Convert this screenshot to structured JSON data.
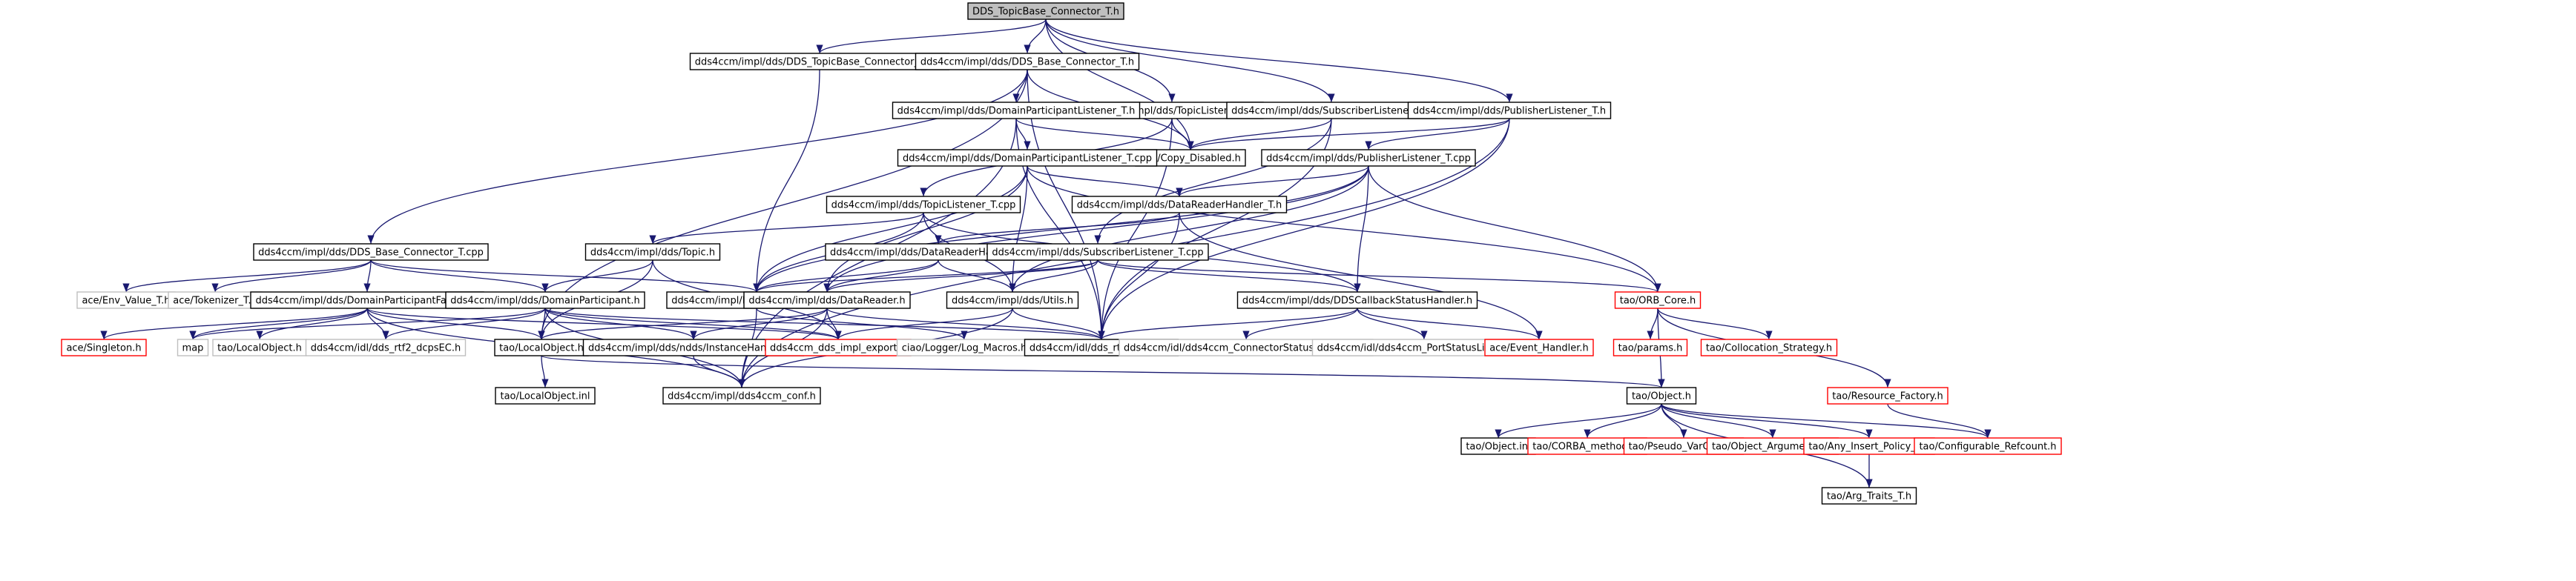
{
  "colors": {
    "edge": "#191970",
    "root_fill": "#bfbfbf",
    "node_border": "#000000",
    "missing_border": "#ff0000",
    "external_border": "#bfbfbf",
    "text": "#000000"
  },
  "nodes": [
    {
      "id": "root",
      "label": "DDS_TopicBase_Connector_T.h",
      "style": "root"
    },
    {
      "id": "tbc_cpp",
      "label": "dds4ccm/impl/dds/DDS_TopicBase_Connector_T.cpp",
      "style": "normal"
    },
    {
      "id": "bc_h",
      "label": "dds4ccm/impl/dds/DDS_Base_Connector_T.h",
      "style": "normal"
    },
    {
      "id": "tl_h",
      "label": "dds4ccm/impl/dds/TopicListener_T.h",
      "style": "normal"
    },
    {
      "id": "sl_h",
      "label": "dds4ccm/impl/dds/SubscriberListener_T.h",
      "style": "normal"
    },
    {
      "id": "pl_h",
      "label": "dds4ccm/impl/dds/PublisherListener_T.h",
      "style": "normal"
    },
    {
      "id": "dpl_h",
      "label": "dds4ccm/impl/dds/DomainParticipantListener_T.h",
      "style": "normal"
    },
    {
      "id": "copy",
      "label": "ace/Copy_Disabled.h",
      "style": "normal"
    },
    {
      "id": "dpl_cpp",
      "label": "dds4ccm/impl/dds/DomainParticipantListener_T.cpp",
      "style": "normal"
    },
    {
      "id": "pl_cpp",
      "label": "dds4ccm/impl/dds/PublisherListener_T.cpp",
      "style": "normal"
    },
    {
      "id": "drh_h",
      "label": "dds4ccm/impl/dds/DataReaderHandler_T.h",
      "style": "normal"
    },
    {
      "id": "tl_cpp",
      "label": "dds4ccm/impl/dds/TopicListener_T.cpp",
      "style": "normal"
    },
    {
      "id": "bc_cpp",
      "label": "dds4ccm/impl/dds/DDS_Base_Connector_T.cpp",
      "style": "normal"
    },
    {
      "id": "topic",
      "label": "dds4ccm/impl/dds/Topic.h",
      "style": "normal"
    },
    {
      "id": "drh_cpp",
      "label": "dds4ccm/impl/dds/DataReaderHandler_T.cpp",
      "style": "normal"
    },
    {
      "id": "sl_cpp",
      "label": "dds4ccm/impl/dds/SubscriberListener_T.cpp",
      "style": "normal"
    },
    {
      "id": "env",
      "label": "ace/Env_Value_T.h",
      "style": "external"
    },
    {
      "id": "tok",
      "label": "ace/Tokenizer_T.h",
      "style": "external"
    },
    {
      "id": "dpf",
      "label": "dds4ccm/impl/dds/DomainParticipantFactory.h",
      "style": "normal"
    },
    {
      "id": "dp",
      "label": "dds4ccm/impl/dds/DomainParticipant.h",
      "style": "normal"
    },
    {
      "id": "logm",
      "label": "dds4ccm/impl/logger/Log_Macros.h",
      "style": "normal"
    },
    {
      "id": "dr",
      "label": "dds4ccm/impl/dds/DataReader.h",
      "style": "normal"
    },
    {
      "id": "utils",
      "label": "dds4ccm/impl/dds/Utils.h",
      "style": "normal"
    },
    {
      "id": "dcsh",
      "label": "dds4ccm/impl/dds/DDSCallbackStatusHandler.h",
      "style": "normal"
    },
    {
      "id": "orb",
      "label": "tao/ORB_Core.h",
      "style": "missing"
    },
    {
      "id": "single",
      "label": "ace/Singleton.h",
      "style": "missing"
    },
    {
      "id": "map",
      "label": "map",
      "style": "external"
    },
    {
      "id": "tlo",
      "label": "tao/LocalObject.h",
      "style": "external"
    },
    {
      "id": "dcpsec",
      "label": "dds4ccm/idl/dds_rtf2_dcpsEC.h",
      "style": "external"
    },
    {
      "id": "lo",
      "label": "tao/LocalObject.h",
      "style": "normal"
    },
    {
      "id": "ndds",
      "label": "dds4ccm/impl/dds/ndds/InstanceHandle_t.h",
      "style": "normal"
    },
    {
      "id": "exp",
      "label": "dds4ccm_dds_impl_export.h",
      "style": "missing"
    },
    {
      "id": "ciao",
      "label": "ciao/Logger/Log_Macros.h",
      "style": "external"
    },
    {
      "id": "dcpsc",
      "label": "dds4ccm/idl/dds_rtf2_dcpsC.h",
      "style": "normal"
    },
    {
      "id": "cslc",
      "label": "dds4ccm/idl/dds4ccm_ConnectorStatusListenerC.h",
      "style": "external"
    },
    {
      "id": "pslc",
      "label": "dds4ccm/idl/dds4ccm_PortStatusListenerC.h",
      "style": "external"
    },
    {
      "id": "evh",
      "label": "ace/Event_Handler.h",
      "style": "missing"
    },
    {
      "id": "params",
      "label": "tao/params.h",
      "style": "missing"
    },
    {
      "id": "colls",
      "label": "tao/Collocation_Strategy.h",
      "style": "missing"
    },
    {
      "id": "lo_inl",
      "label": "tao/LocalObject.inl",
      "style": "normal"
    },
    {
      "id": "conf",
      "label": "dds4ccm/impl/dds4ccm_conf.h",
      "style": "normal"
    },
    {
      "id": "obj",
      "label": "tao/Object.h",
      "style": "normal"
    },
    {
      "id": "resf",
      "label": "tao/Resource_Factory.h",
      "style": "missing"
    },
    {
      "id": "obj_inl",
      "label": "tao/Object.inl",
      "style": "normal"
    },
    {
      "id": "corba",
      "label": "tao/CORBA_methods.h",
      "style": "missing"
    },
    {
      "id": "pvo",
      "label": "tao/Pseudo_VarOut_T.h",
      "style": "missing"
    },
    {
      "id": "oa",
      "label": "tao/Object_Argument_T.h",
      "style": "missing"
    },
    {
      "id": "aip",
      "label": "tao/Any_Insert_Policy_T.h",
      "style": "missing"
    },
    {
      "id": "cref",
      "label": "tao/Configurable_Refcount.h",
      "style": "missing"
    },
    {
      "id": "argt",
      "label": "tao/Arg_Traits_T.h",
      "style": "normal"
    }
  ],
  "edges": [
    [
      "root",
      "tbc_cpp"
    ],
    [
      "root",
      "bc_h"
    ],
    [
      "root",
      "tl_h"
    ],
    [
      "root",
      "sl_h"
    ],
    [
      "root",
      "pl_h"
    ],
    [
      "root",
      "copy"
    ],
    [
      "tbc_cpp",
      "logm"
    ],
    [
      "bc_h",
      "dpl_h"
    ],
    [
      "bc_h",
      "copy"
    ],
    [
      "bc_h",
      "bc_cpp"
    ],
    [
      "bc_h",
      "lo"
    ],
    [
      "bc_h",
      "dcpsc"
    ],
    [
      "tl_h",
      "copy"
    ],
    [
      "tl_h",
      "tl_cpp"
    ],
    [
      "tl_h",
      "dcpsc"
    ],
    [
      "sl_h",
      "copy"
    ],
    [
      "sl_h",
      "sl_cpp"
    ],
    [
      "sl_h",
      "dcpsc"
    ],
    [
      "pl_h",
      "copy"
    ],
    [
      "pl_h",
      "pl_cpp"
    ],
    [
      "pl_h",
      "dcpsc"
    ],
    [
      "pl_h",
      "conf"
    ],
    [
      "dpl_h",
      "dpl_cpp"
    ],
    [
      "dpl_h",
      "copy"
    ],
    [
      "dpl_h",
      "conf"
    ],
    [
      "dpl_h",
      "dcpsc"
    ],
    [
      "dpl_cpp",
      "logm"
    ],
    [
      "dpl_cpp",
      "utils"
    ],
    [
      "dpl_cpp",
      "dr"
    ],
    [
      "dpl_cpp",
      "drh_h"
    ],
    [
      "dpl_cpp",
      "orb"
    ],
    [
      "pl_cpp",
      "logm"
    ],
    [
      "pl_cpp",
      "utils"
    ],
    [
      "pl_cpp",
      "dr"
    ],
    [
      "pl_cpp",
      "drh_h"
    ],
    [
      "pl_cpp",
      "dcsh"
    ],
    [
      "pl_cpp",
      "orb"
    ],
    [
      "drh_h",
      "drh_cpp"
    ],
    [
      "drh_h",
      "evh"
    ],
    [
      "drh_h",
      "dcpsc"
    ],
    [
      "tl_cpp",
      "logm"
    ],
    [
      "tl_cpp",
      "utils"
    ],
    [
      "tl_cpp",
      "topic"
    ],
    [
      "tl_cpp",
      "dcsh"
    ],
    [
      "bc_cpp",
      "env"
    ],
    [
      "bc_cpp",
      "tok"
    ],
    [
      "bc_cpp",
      "dpf"
    ],
    [
      "bc_cpp",
      "dp"
    ],
    [
      "bc_cpp",
      "logm"
    ],
    [
      "topic",
      "dp"
    ],
    [
      "topic",
      "exp"
    ],
    [
      "topic",
      "lo"
    ],
    [
      "drh_cpp",
      "logm"
    ],
    [
      "drh_cpp",
      "dr"
    ],
    [
      "drh_cpp",
      "utils"
    ],
    [
      "sl_cpp",
      "logm"
    ],
    [
      "sl_cpp",
      "utils"
    ],
    [
      "sl_cpp",
      "dr"
    ],
    [
      "sl_cpp",
      "dcsh"
    ],
    [
      "sl_cpp",
      "orb"
    ],
    [
      "dpf",
      "single"
    ],
    [
      "dpf",
      "map"
    ],
    [
      "dpf",
      "tlo"
    ],
    [
      "dpf",
      "dcpsec"
    ],
    [
      "dpf",
      "lo"
    ],
    [
      "dpf",
      "exp"
    ],
    [
      "dpf",
      "conf"
    ],
    [
      "dp",
      "lo"
    ],
    [
      "dp",
      "ndds"
    ],
    [
      "dp",
      "exp"
    ],
    [
      "dp",
      "dcpsc"
    ],
    [
      "dp",
      "conf"
    ],
    [
      "dp",
      "dcpsec"
    ],
    [
      "dp",
      "map"
    ],
    [
      "logm",
      "ciao"
    ],
    [
      "logm",
      "conf"
    ],
    [
      "dr",
      "lo"
    ],
    [
      "dr",
      "ndds"
    ],
    [
      "dr",
      "exp"
    ],
    [
      "dr",
      "dcpsc"
    ],
    [
      "dr",
      "conf"
    ],
    [
      "dr",
      "logm"
    ],
    [
      "utils",
      "dcpsc"
    ],
    [
      "utils",
      "exp"
    ],
    [
      "utils",
      "conf"
    ],
    [
      "dcsh",
      "evh"
    ],
    [
      "dcsh",
      "cslc"
    ],
    [
      "dcsh",
      "pslc"
    ],
    [
      "dcsh",
      "dcpsc"
    ],
    [
      "orb",
      "params"
    ],
    [
      "orb",
      "colls"
    ],
    [
      "orb",
      "resf"
    ],
    [
      "orb",
      "obj"
    ],
    [
      "lo",
      "lo_inl"
    ],
    [
      "lo",
      "obj"
    ],
    [
      "ndds",
      "conf"
    ],
    [
      "resf",
      "cref"
    ],
    [
      "obj",
      "obj_inl"
    ],
    [
      "obj",
      "corba"
    ],
    [
      "obj",
      "pvo"
    ],
    [
      "obj",
      "oa"
    ],
    [
      "obj",
      "aip"
    ],
    [
      "obj",
      "cref"
    ],
    [
      "obj",
      "argt"
    ],
    [
      "aip",
      "argt"
    ]
  ]
}
